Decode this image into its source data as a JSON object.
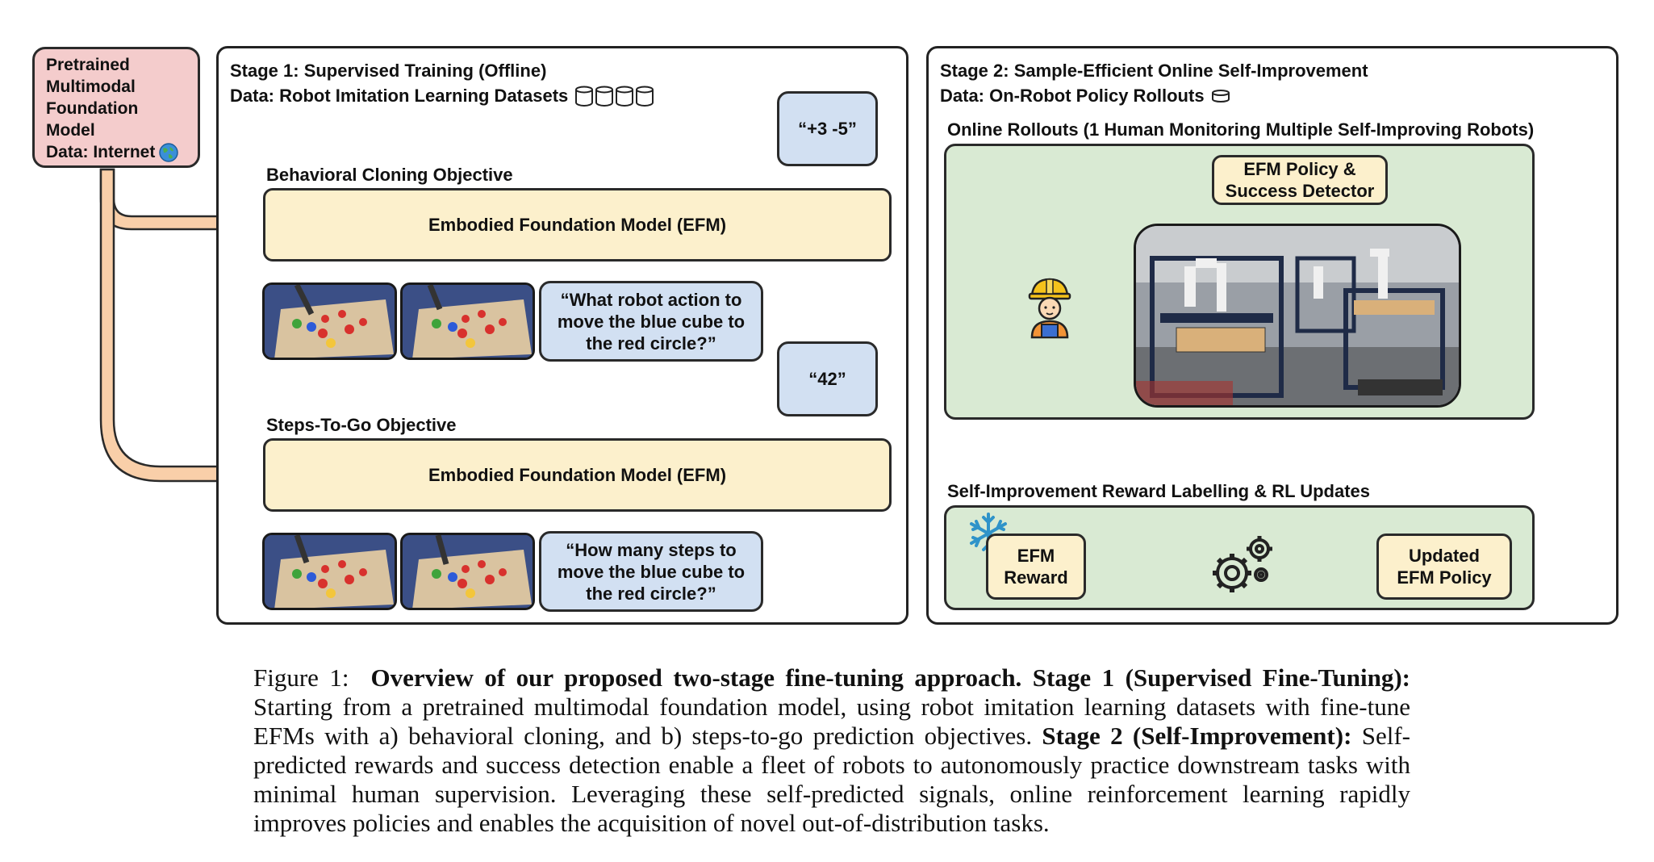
{
  "pretrained": {
    "title": "Pretrained\nMultimodal\nFoundation\nModel",
    "data_label": "Data: Internet"
  },
  "stage1": {
    "title": "Stage 1: Supervised Training (Offline)",
    "data_label": "Data: Robot Imitation Learning Datasets",
    "bc_label": "Behavioral Cloning Objective",
    "stg_label": "Steps-To-Go Objective",
    "efm_label": "Embodied Foundation Model (EFM)",
    "bc_output": "“+3 -5”",
    "stg_output": "“42”",
    "bc_question": "“What robot action to move the blue cube to the red circle?”",
    "stg_question": "“How many steps to move the blue cube to the red circle?”"
  },
  "stage2": {
    "title": "Stage 2: Sample-Efficient Online Self-Improvement",
    "data_label": "Data: On-Robot Policy Rollouts",
    "rollouts_label": "Online Rollouts (1 Human Monitoring Multiple Self-Improving Robots)",
    "policy_detector": "EFM Policy &\nSuccess Detector",
    "reward_label": "Self-Improvement Reward Labelling & RL Updates",
    "efm_reward": "EFM\nReward",
    "updated_policy": "Updated\nEFM Policy"
  },
  "caption": {
    "figure_label": "Figure 1:",
    "bold_title": "Overview of our proposed two-stage fine-tuning approach.",
    "stage1_bold": "Stage 1 (Supervised Fine-Tuning):",
    "text1": "Starting from a pretrained multimodal foundation model, using robot imitation learning datasets with fine-tune EFMs with a) behavioral cloning, and b) steps-to-go prediction objectives.",
    "stage2_bold": "Stage 2 (Self-Improvement):",
    "text2": "Self-predicted rewards and success detection enable a fleet of robots to autonomously practice downstream tasks with minimal human supervision. Leveraging these self-predicted signals, online reinforcement learning rapidly improves policies and enables the acquisition of novel out-of-distribution tasks."
  },
  "icons": {
    "globe": "globe-icon",
    "database": "database-icon",
    "worker": "construction-worker-icon",
    "snowflake": "snowflake-icon",
    "gears": "gears-icon"
  },
  "colors": {
    "efm_fill": "#fcf0cc",
    "bubble_fill": "#d2e0f2",
    "pretrained_fill": "#f4cccc",
    "rollout_fill": "#d9ead3",
    "arrow_fill": "#f9cfa9"
  }
}
